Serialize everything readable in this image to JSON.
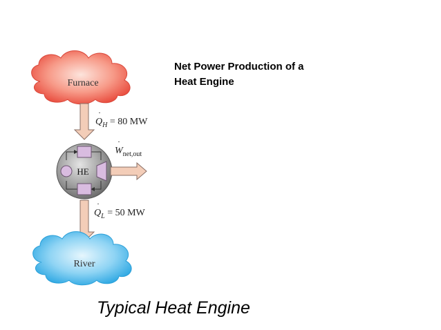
{
  "title": {
    "line1": "Net Power Production of a",
    "line2": "Heat Engine"
  },
  "caption": "Typical Heat Engine",
  "diagram": {
    "source": "Furnace",
    "sink": "River",
    "engine": "HE",
    "heat_in": {
      "symbol": "Q",
      "subscript": "H",
      "value_text": " = 80 MW"
    },
    "heat_out": {
      "symbol": "Q",
      "subscript": "L",
      "value_text": " = 50 MW"
    },
    "work_out": {
      "symbol": "W",
      "subscript": "net,out"
    }
  },
  "colors": {
    "furnace_cloud": "#f0584a",
    "river_cloud": "#3fb3ea",
    "arrow_fill": "#f3cdb8",
    "arrow_stroke": "#8a6f66",
    "engine_fill": "#8c8c8c",
    "component_fill": "#d9bce0"
  }
}
